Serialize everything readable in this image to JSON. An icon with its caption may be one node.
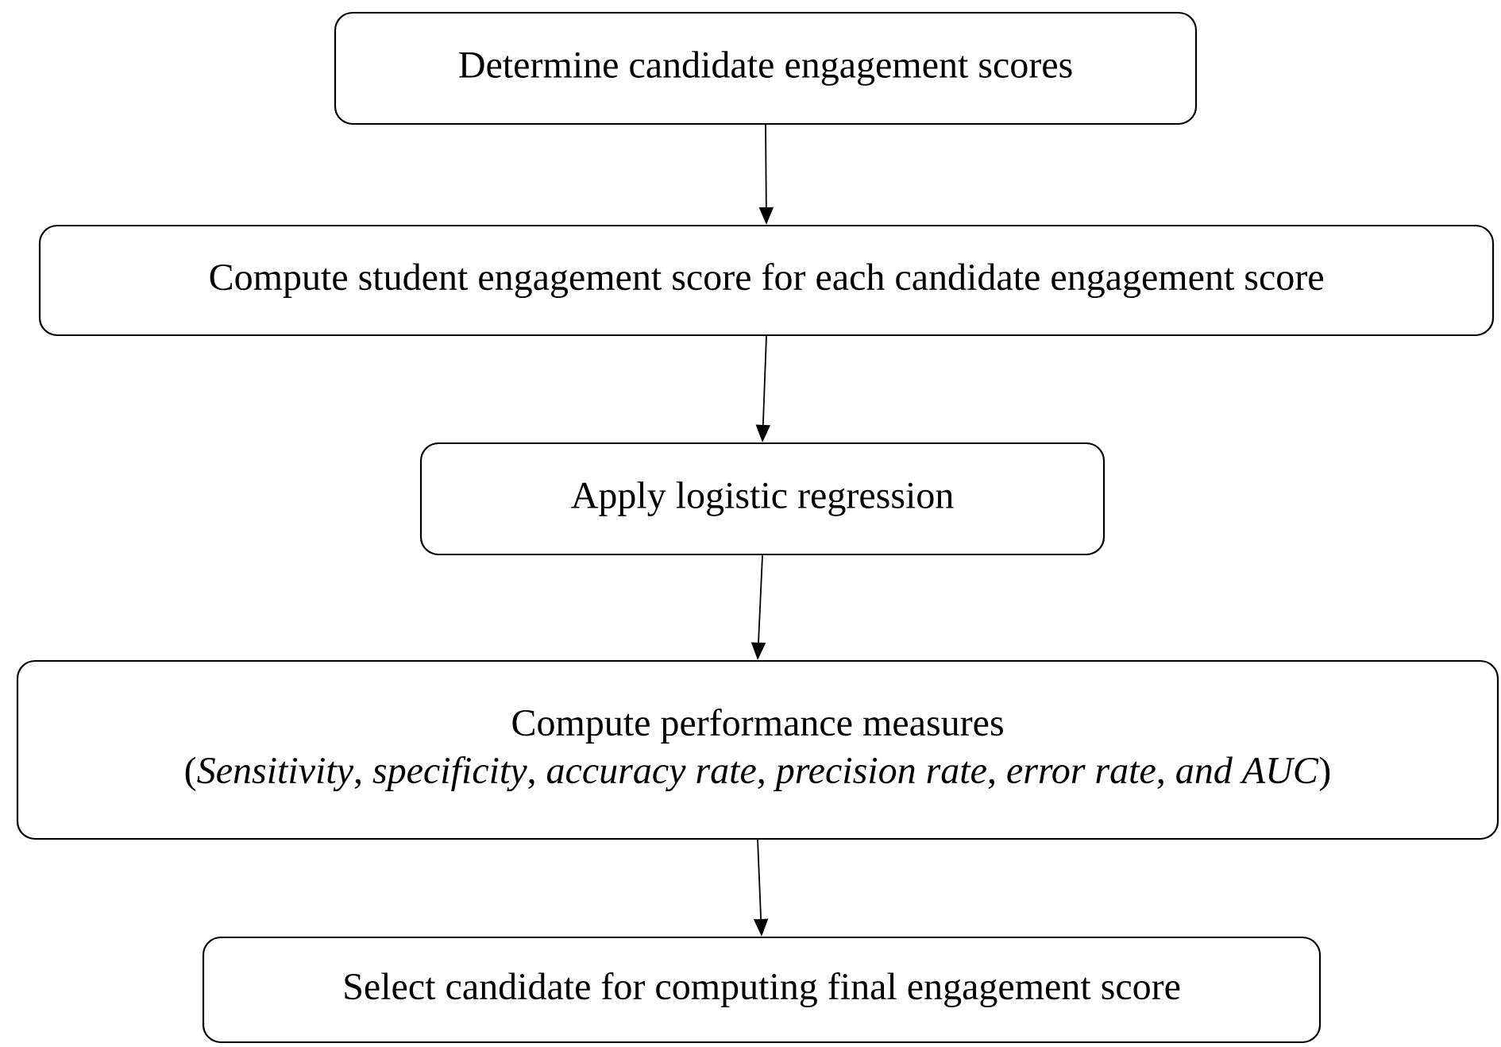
{
  "diagram": {
    "nodes": [
      {
        "text": [
          "Determine candidate engagement scores"
        ]
      },
      {
        "text": [
          "Compute student engagement score for each candidate engagement score"
        ]
      },
      {
        "text": [
          "Apply logistic regression"
        ]
      },
      {
        "text": [
          "Compute performance measures",
          "(*Sensitivity*, *specificity*, *accuracy rate*, *precision rate*, *error rate*, *and AUC*)"
        ]
      },
      {
        "text": [
          "Select candidate for computing final engagement score"
        ]
      }
    ],
    "edges": [
      {
        "from": 0,
        "to": 1,
        "arrow": "to"
      },
      {
        "from": 1,
        "to": 2,
        "arrow": "to"
      },
      {
        "from": 2,
        "to": 3,
        "arrow": "to"
      },
      {
        "from": 3,
        "to": 4,
        "arrow": "to"
      }
    ]
  }
}
